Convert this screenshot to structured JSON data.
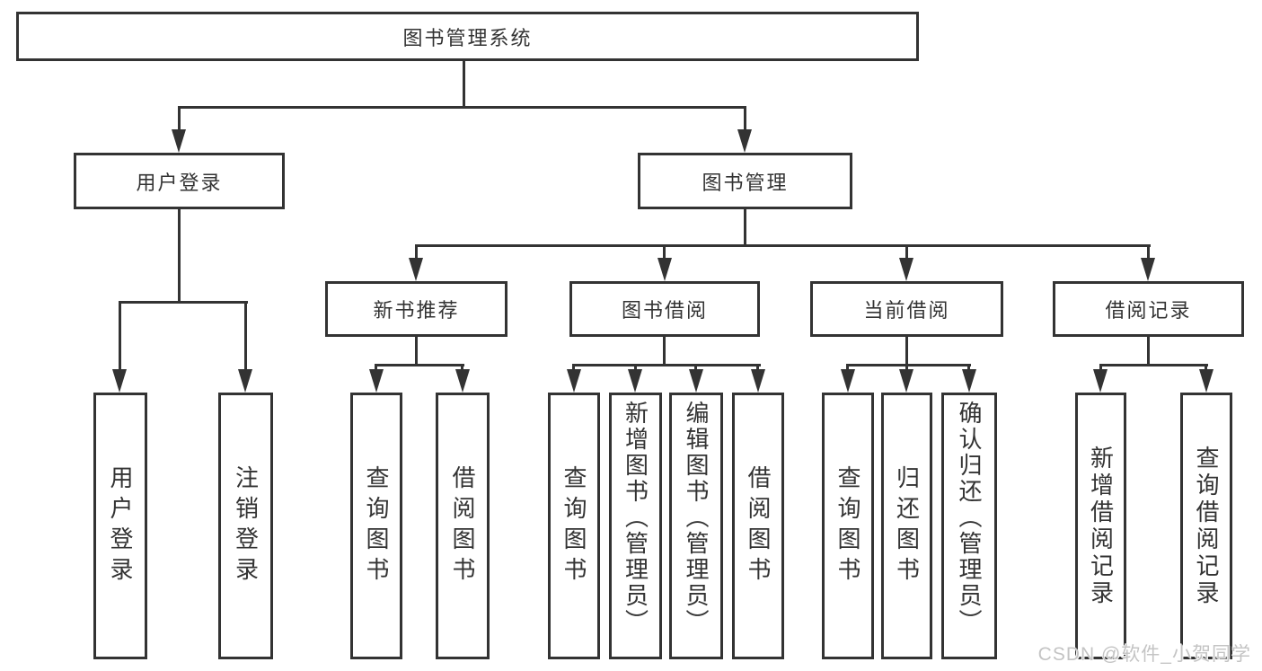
{
  "nodes": {
    "root": "图书管理系统",
    "branches": [
      "用户登录",
      "图书管理"
    ],
    "sections": [
      "新书推荐",
      "图书借阅",
      "当前借阅",
      "借阅记录"
    ],
    "leaves": [
      "用户登录",
      "注销登录",
      "查询图书",
      "借阅图书",
      "查询图书",
      "新增图书（管理员）",
      "编辑图书（管理员）",
      "借阅图书",
      "查询图书",
      "归还图书",
      "确认归还（管理员）",
      "新增借阅记录",
      "查询借阅记录"
    ]
  },
  "hierarchy": {
    "图书管理系统": {
      "用户登录": [
        "用户登录",
        "注销登录"
      ],
      "图书管理": {
        "新书推荐": [
          "查询图书",
          "借阅图书"
        ],
        "图书借阅": [
          "查询图书",
          "新增图书（管理员）",
          "编辑图书（管理员）",
          "借阅图书"
        ],
        "当前借阅": [
          "查询图书",
          "归还图书",
          "确认归还（管理员）"
        ],
        "借阅记录": [
          "新增借阅记录",
          "查询借阅记录"
        ]
      }
    }
  },
  "watermark": "CSDN @软件_小贺同学",
  "colors": {
    "line": "#333333",
    "background": "#ffffff",
    "watermark": "#c4c4c4"
  }
}
